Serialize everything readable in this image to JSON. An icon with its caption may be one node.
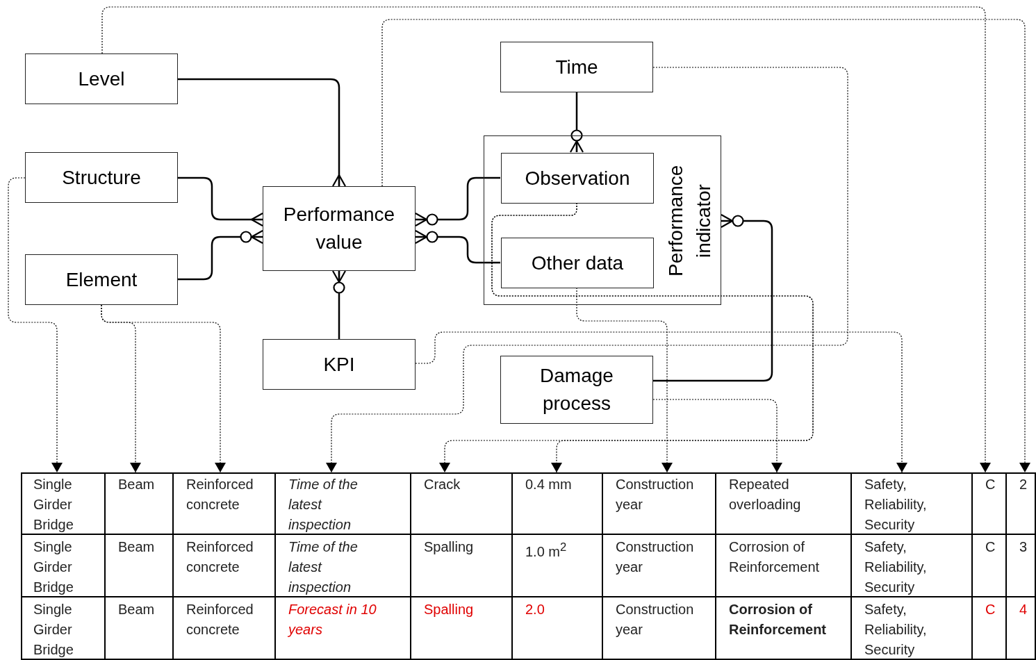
{
  "diagram": {
    "nodes": [
      {
        "text": [
          "Level"
        ]
      },
      {
        "text": [
          "Structure"
        ]
      },
      {
        "text": [
          "Element"
        ]
      },
      {
        "text": [
          "Performance value"
        ]
      },
      {
        "text": [
          "KPI"
        ]
      },
      {
        "text": [
          "Time"
        ]
      },
      {
        "text": [
          "Performance indicator"
        ]
      },
      {
        "text": [
          "Observation"
        ],
        "in": 6
      },
      {
        "text": [
          "Other data"
        ],
        "in": 6
      },
      {
        "text": [
          "Damage process"
        ]
      },
      {
        "text": [
          "Single Girder Bridge"
        ]
      },
      {
        "text": [
          "Beam"
        ]
      },
      {
        "text": [
          "Reinforced concrete"
        ]
      },
      {
        "text": [
          "Time of the latest inspection"
        ]
      },
      {
        "text": [
          "Crack"
        ]
      },
      {
        "text": [
          "0.4 mm"
        ]
      },
      {
        "text": [
          "Construction year"
        ]
      },
      {
        "text": [
          "Repeated overloading"
        ]
      },
      {
        "text": [
          "Safety, Reliability, Security"
        ]
      },
      {
        "text": [
          "C"
        ]
      },
      {
        "text": [
          "2"
        ]
      }
    ],
    "edges": [
      {
        "from": 0,
        "to": 3,
        "arrow": "other"
      },
      {
        "from": 1,
        "to": 3,
        "arrow": "other"
      },
      {
        "from": 2,
        "to": 3,
        "arrow": "other"
      },
      {
        "from": 4,
        "to": 3,
        "arrow": "other"
      },
      {
        "from": 7,
        "to": 3,
        "arrow": "other"
      },
      {
        "from": 8,
        "to": 3,
        "arrow": "other"
      },
      {
        "from": 5,
        "to": 7,
        "arrow": "other"
      },
      {
        "from": 9,
        "to": 6,
        "arrow": "other"
      },
      {
        "from": 1,
        "to": 10,
        "arrow": "to",
        "style": "dashed"
      },
      {
        "from": 2,
        "to": 11,
        "arrow": "to",
        "style": "dashed"
      },
      {
        "from": 2,
        "to": 12,
        "arrow": "to",
        "style": "dashed"
      },
      {
        "from": 5,
        "to": 13,
        "arrow": "to",
        "style": "dashed"
      },
      {
        "from": 7,
        "to": 14,
        "arrow": "to",
        "style": "dashed"
      },
      {
        "from": 7,
        "to": 15,
        "arrow": "to",
        "style": "dashed"
      },
      {
        "from": 8,
        "to": 16,
        "arrow": "to",
        "style": "dashed"
      },
      {
        "from": 9,
        "to": 17,
        "arrow": "to",
        "style": "dashed"
      },
      {
        "from": 4,
        "to": 18,
        "arrow": "to",
        "style": "dashed"
      },
      {
        "from": 0,
        "to": 19,
        "arrow": "to",
        "style": "dashed"
      },
      {
        "from": 3,
        "to": 20,
        "arrow": "to",
        "style": "dashed"
      }
    ],
    "labels": [
      "Single Girder Bridge",
      "Beam",
      "Reinforced concrete",
      "Time of the latest inspection",
      "Spalling",
      "1.0 m$^{2}$",
      "Construction year",
      "Corrosion of Reinforcement",
      "Safety, Reliability, Security",
      "C",
      "3",
      "Single Girder Bridge",
      "Beam",
      "Reinforced concrete",
      "Forecast in 10 years",
      "Spalling",
      "2.0",
      "Construction year",
      "Corrosion of Reinforcement",
      "Safety, Reliability, Security",
      "C",
      "4"
    ]
  }
}
